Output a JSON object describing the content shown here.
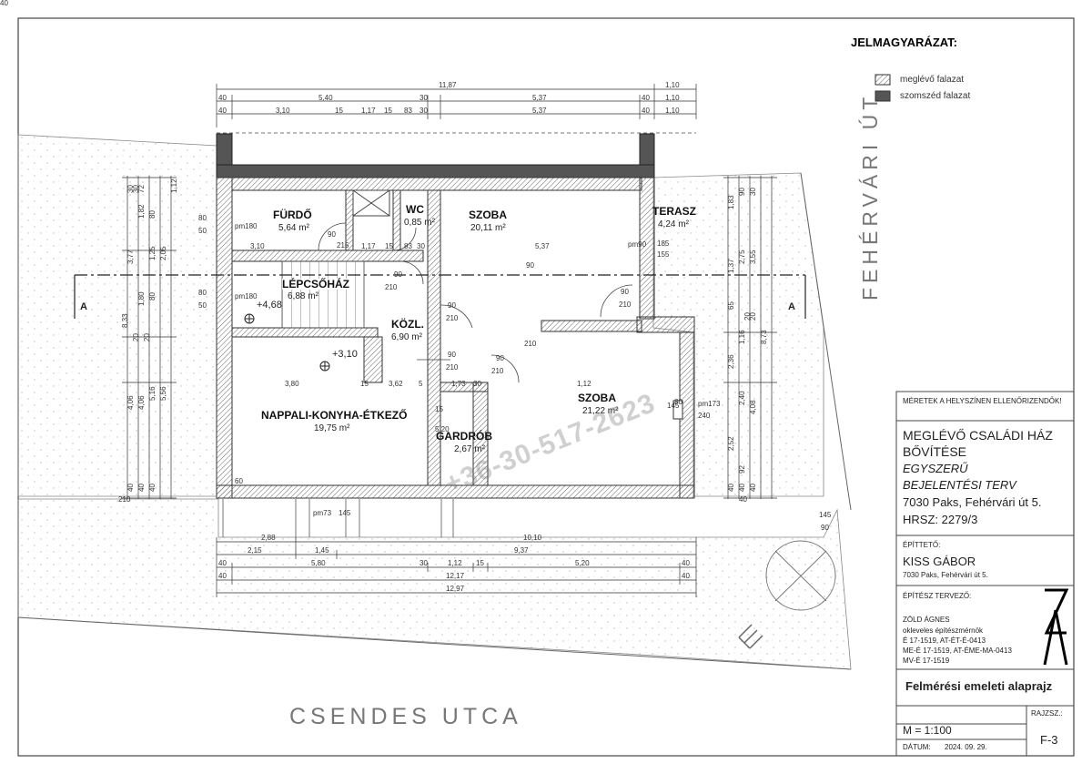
{
  "legend": {
    "title": "JELMAGYARÁZAT:",
    "items": [
      {
        "label": "meglévő falazat",
        "fill": "#ffffff",
        "hatched": true
      },
      {
        "label": "szomszéd falazat",
        "fill": "#555555",
        "hatched": false
      }
    ]
  },
  "streets": {
    "east": "FEHÉRVÁRI ÚT",
    "south": "CSENDES UTCA"
  },
  "rooms": [
    {
      "name": "FÜRDŐ",
      "area": "5,64 m²"
    },
    {
      "name": "WC",
      "area": "0,85 m²"
    },
    {
      "name": "SZOBA",
      "area": "20,11 m²"
    },
    {
      "name": "TERASZ",
      "area": "4,24 m²"
    },
    {
      "name": "LÉPCSŐHÁZ",
      "area": "6,88 m²"
    },
    {
      "name": "KÖZL.",
      "area": "6,90 m²"
    },
    {
      "name": "NAPPALI-KONYHA-ÉTKEZŐ",
      "area": "19,75 m²"
    },
    {
      "name": "GARDRÓB",
      "area": "2,67 m²"
    },
    {
      "name": "SZOBA",
      "area": "21,22 m²"
    }
  ],
  "levels": [
    "+4,68",
    "+3,10"
  ],
  "section_labels": [
    "A",
    "A"
  ],
  "watermark": "+36-30-517-2623",
  "dims_top": {
    "row1": [
      "11,87",
      "1,10"
    ],
    "row2": [
      "40",
      "5,40",
      "30",
      "5,37",
      "40",
      "1,10"
    ],
    "row3": [
      "40",
      "3,10",
      "15",
      "1,17",
      "15",
      "83",
      "30",
      "5,37",
      "40",
      "1,10"
    ]
  },
  "dims_bottom": {
    "row1": [
      "2,88",
      "10,10"
    ],
    "row2": [
      "2,15",
      "1,45",
      "9,37"
    ],
    "row3": [
      "40",
      "5,80",
      "30",
      "1,12",
      "15",
      "5,20",
      "40"
    ],
    "row4": [
      "40",
      "12,17",
      "40"
    ],
    "row5": [
      "12,97"
    ]
  },
  "dims_left": [
    "30",
    "72",
    "1,12",
    "1,82",
    "3,77",
    "1,25",
    "2,05",
    "1,80",
    "8,33",
    "4,06",
    "5,16",
    "5,56",
    "4,06",
    "40",
    "40",
    "40",
    "20",
    "20",
    "30",
    "80",
    "80"
  ],
  "dims_right": [
    "1,83",
    "90",
    "30",
    "1,37",
    "2,75",
    "3,55",
    "65",
    "1,16",
    "2,36",
    "2,40",
    "4,08",
    "8,73",
    "2,52",
    "92",
    "40",
    "40",
    "40",
    "20",
    "20"
  ],
  "inner_dims": [
    "80",
    "50",
    "80",
    "50",
    "pm180",
    "pm180",
    "3,10",
    "1,17",
    "15",
    "83",
    "30",
    "5,37",
    "pm90",
    "185",
    "155",
    "90",
    "215",
    "90",
    "210",
    "90",
    "210",
    "90",
    "210",
    "90",
    "210",
    "90",
    "210",
    "90",
    "210",
    "3,80",
    "15",
    "3,62",
    "5",
    "1,73",
    "30",
    "1,12",
    "15",
    "5,20",
    "60",
    "80",
    "pm173",
    "240",
    "145",
    "pm73",
    "145",
    "145",
    "90",
    "210",
    "40",
    "40"
  ],
  "title_block": {
    "note": "MÉRETEK A HELYSZÍNEN ELLENŐRIZENDŐK!",
    "project_line1": "MEGLÉVŐ CSALÁDI HÁZ",
    "project_line2": "BŐVÍTÉSE",
    "plan_type1": "EGYSZERŰ",
    "plan_type2": "BEJELENTÉSI TERV",
    "address": "7030 Paks, Fehérvári út 5.",
    "hrsz": "HRSZ: 2279/3",
    "client_label": "ÉPÍTTETŐ:",
    "client_name": "KISS GÁBOR",
    "client_address": "7030 Paks, Fehérvári út 5.",
    "architect_label": "ÉPÍTÉSZ TERVEZŐ:",
    "architect_name": "ZÖLD ÁGNES",
    "architect_lines": [
      "okleveles építészmérnök",
      "É 17-1519, AT-ÉT-É-0413",
      "ME-É 17-1519, AT-ÉME-MA-0413",
      "MV-É 17-1519"
    ],
    "sheet_title": "Felmérési emeleti alaprajz",
    "drawing_label": "RAJZSZ.:",
    "scale": "M = 1:100",
    "date_label": "DÁTUM:",
    "date": "2024. 09. 29.",
    "sheet_no": "F-3"
  },
  "colors": {
    "line": "#333333",
    "neighbor_wall": "#555555",
    "plot_dots": "#bbbbbb"
  }
}
